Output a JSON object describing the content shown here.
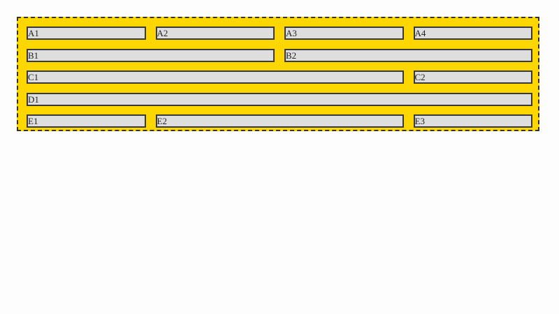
{
  "rows": {
    "a": [
      "A1",
      "A2",
      "A3",
      "A4"
    ],
    "b": [
      "B1",
      "B2"
    ],
    "c": [
      "C1",
      "C2"
    ],
    "d": [
      "D1"
    ],
    "e": [
      "E1",
      "E2",
      "E3"
    ]
  },
  "colors": {
    "container_bg": "#ffd700",
    "cell_bg": "#dedede",
    "border": "#3a3a3a"
  }
}
